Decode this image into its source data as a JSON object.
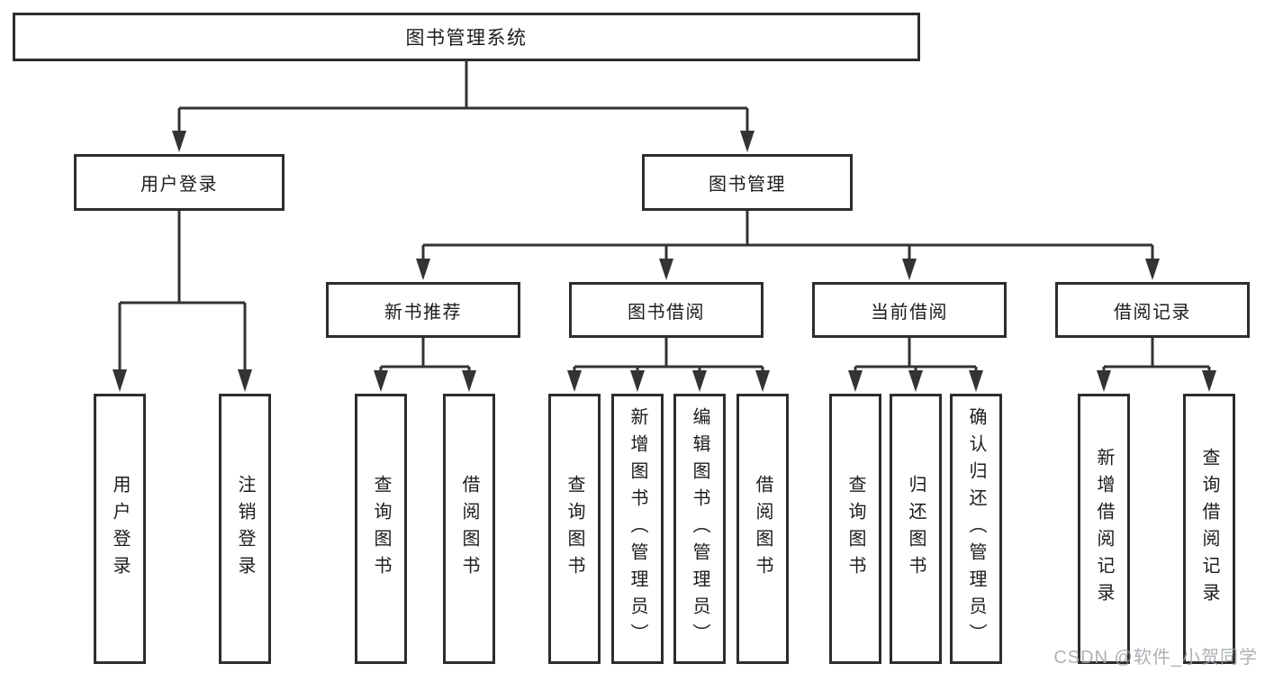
{
  "tree": {
    "root": {
      "label": "图书管理系统"
    },
    "branches": [
      {
        "label": "用户登录",
        "children": [
          {
            "label": "用户登录"
          },
          {
            "label": "注销登录"
          }
        ]
      },
      {
        "label": "图书管理",
        "children": [
          {
            "label": "新书推荐",
            "children": [
              {
                "label": "查询图书"
              },
              {
                "label": "借阅图书"
              }
            ]
          },
          {
            "label": "图书借阅",
            "children": [
              {
                "label": "查询图书"
              },
              {
                "label": "新增图书（管理员）"
              },
              {
                "label": "编辑图书（管理员）"
              },
              {
                "label": "借阅图书"
              }
            ]
          },
          {
            "label": "当前借阅",
            "children": [
              {
                "label": "查询图书"
              },
              {
                "label": "归还图书"
              },
              {
                "label": "确认归还（管理员）"
              }
            ]
          },
          {
            "label": "借阅记录",
            "children": [
              {
                "label": "新增借阅记录"
              },
              {
                "label": "查询借阅记录"
              }
            ]
          }
        ]
      }
    ]
  },
  "watermark": {
    "text": "CSDN @软件_小贺同学"
  },
  "colors": {
    "line": "#333333",
    "box_border": "#2d2d2d",
    "text": "#1c1c1c",
    "watermark": "#9ea3a8",
    "background": "#ffffff"
  }
}
